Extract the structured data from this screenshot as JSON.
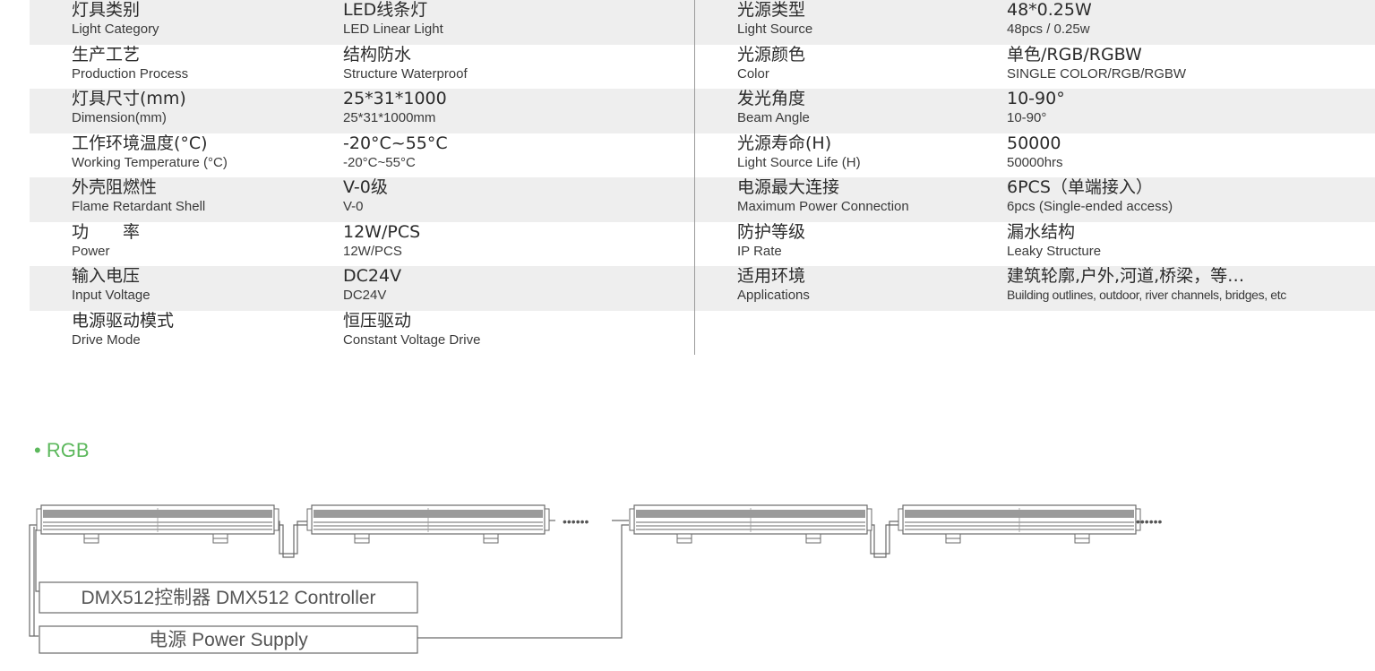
{
  "specs": {
    "left": [
      {
        "label_zh": "灯具类别",
        "label_en": "Light Category",
        "value_main": "LED线条灯",
        "value_sub": "LED Linear Light"
      },
      {
        "label_zh": "生产工艺",
        "label_en": "Production Process",
        "value_main": "结构防水",
        "value_sub": "Structure Waterproof"
      },
      {
        "label_zh": "灯具尺寸(mm)",
        "label_en": "Dimension(mm)",
        "value_main": "25*31*1000",
        "value_sub": "25*31*1000mm"
      },
      {
        "label_zh": "工作环境温度(°C)",
        "label_en": "Working Temperature (°C)",
        "value_main": "-20°C~55°C",
        "value_sub": "-20°C~55°C"
      },
      {
        "label_zh": "外壳阻燃性",
        "label_en": "Flame Retardant Shell",
        "value_main": "V-0级",
        "value_sub": "V-0"
      },
      {
        "label_zh": "功　　率",
        "label_en": "Power",
        "value_main": "12W/PCS",
        "value_sub": "12W/PCS"
      },
      {
        "label_zh": "输入电压",
        "label_en": "Input Voltage",
        "value_main": "DC24V",
        "value_sub": "DC24V"
      },
      {
        "label_zh": "电源驱动模式",
        "label_en": "Drive Mode",
        "value_main": "恒压驱动",
        "value_sub": "Constant Voltage Drive"
      }
    ],
    "right": [
      {
        "label_zh": "光源类型",
        "label_en": "Light Source",
        "value_main": "48*0.25W",
        "value_sub": "48pcs / 0.25w"
      },
      {
        "label_zh": "光源颜色",
        "label_en": "Color",
        "value_main": "单色/RGB/RGBW",
        "value_sub": "SINGLE COLOR/RGB/RGBW"
      },
      {
        "label_zh": "发光角度",
        "label_en": "Beam Angle",
        "value_main": "10-90°",
        "value_sub": "10-90°"
      },
      {
        "label_zh": "光源寿命(H)",
        "label_en": "Light Source Life (H)",
        "value_main": "50000",
        "value_sub": "50000hrs"
      },
      {
        "label_zh": "电源最大连接",
        "label_en": "Maximum Power Connection",
        "value_main": "6PCS（单端接入）",
        "value_sub": "6pcs (Single-ended access)"
      },
      {
        "label_zh": "防护等级",
        "label_en": "IP Rate",
        "value_main": "漏水结构",
        "value_sub": "Leaky Structure"
      },
      {
        "label_zh": "适用环境",
        "label_en": "Applications",
        "value_main": "建筑轮廓,户外,河道,桥梁，等…",
        "value_sub": "Building outlines, outdoor, river channels, bridges, etc"
      }
    ]
  },
  "wiring": {
    "section_title": "• RGB",
    "ellipsis_1": "••••••",
    "ellipsis_2": "••••••",
    "controller_label": "DMX512控制器 DMX512 Controller",
    "power_label": "电源 Power Supply"
  },
  "colors": {
    "accent": "#5cb85c",
    "row_shade": "#eeeeee",
    "divider": "#9a9a9a",
    "line": "#6a6a6a"
  }
}
